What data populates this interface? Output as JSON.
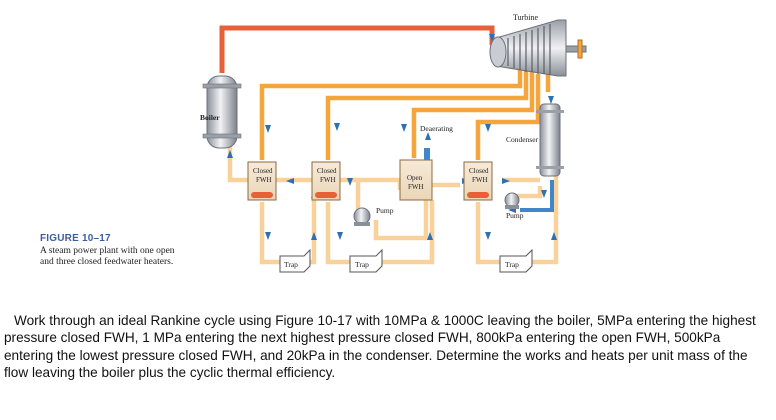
{
  "figure": {
    "label": "FIGURE 10–17",
    "description": "A steam power plant with one open and three closed feedwater heaters.",
    "components": {
      "turbine": "Turbine",
      "boiler": "Boiler",
      "condenser": "Condenser",
      "deaerating": "Deaerating",
      "closed_fwh": "Closed",
      "fwh": "FWH",
      "open": "Open",
      "pump": "Pump",
      "trap": "Trap"
    },
    "colors": {
      "steam": "#e8603a",
      "extraction": "#f4a53c",
      "feedwater": "#f8d29a",
      "cooling": "#3f87c8",
      "arrow": "#2f6fb3"
    }
  },
  "problem_text": "Work through an ideal Rankine cycle using Figure 10-17 with 10MPa & 1000C leaving the boiler, 5MPa entering the highest pressure closed FWH, 1 MPa entering the next highest pressure closed FWH, 800kPa entering the open FWH, 500kPa entering the lowest pressure closed FWH, and 20kPa in the condenser.  Determine the works and heats per unit mass of the flow leaving the boiler plus the cyclic thermal efficiency."
}
